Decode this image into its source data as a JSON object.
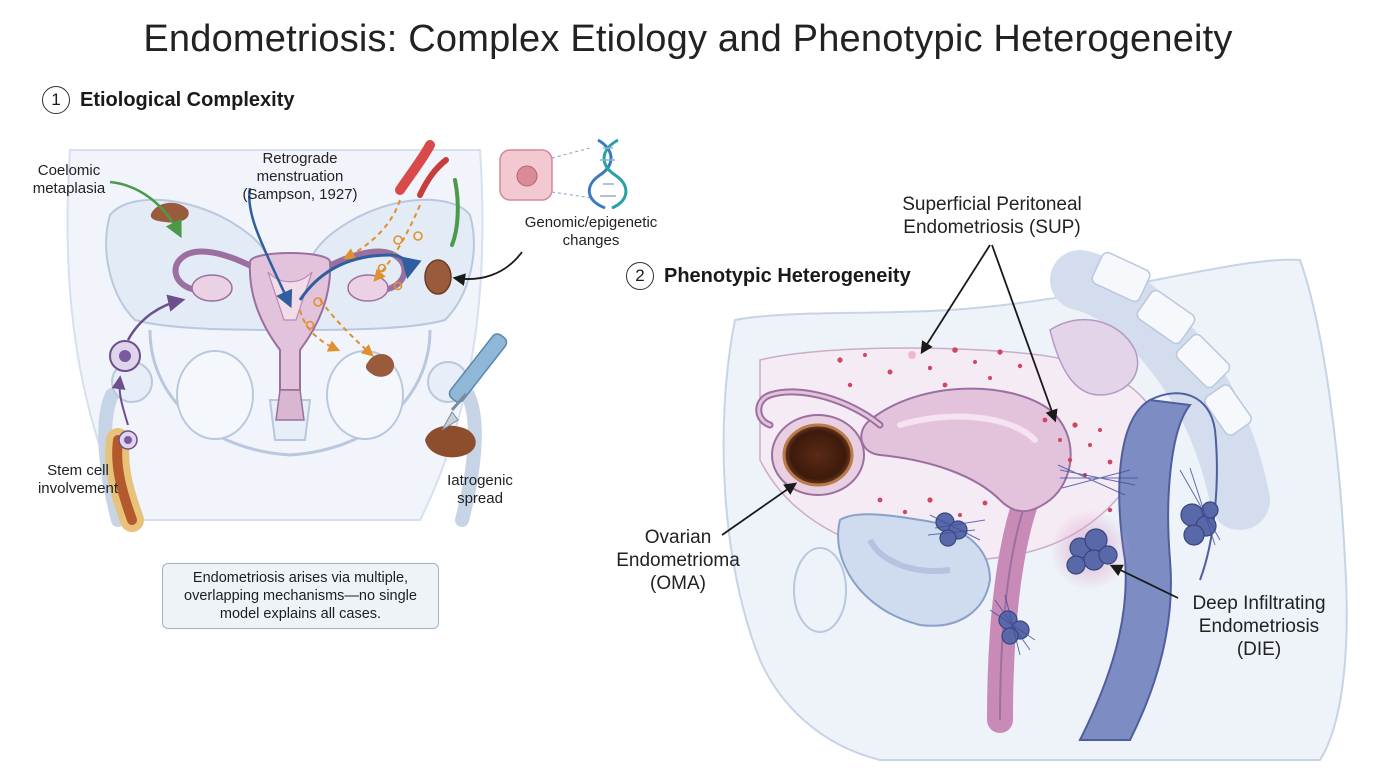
{
  "title": "Endometriosis: Complex Etiology and Phenotypic Heterogeneity",
  "sections": [
    {
      "number": "1",
      "label": "Etiological Complexity"
    },
    {
      "number": "2",
      "label": "Phenotypic Heterogeneity"
    }
  ],
  "etiology_labels": {
    "coelomic": [
      "Coelomic",
      "metaplasia"
    ],
    "retrograde": [
      "Retrograde",
      "menstruation",
      "(Sampson, 1927)"
    ],
    "genomic": [
      "Genomic/epigenetic",
      "changes"
    ],
    "stem_cell": [
      "Stem cell",
      "involvement"
    ],
    "iatrogenic": [
      "Iatrogenic",
      "spread"
    ]
  },
  "note": [
    "Endometriosis arises via multiple,",
    "overlapping mechanisms—no single",
    "model explains all cases."
  ],
  "phenotype_labels": {
    "sup": [
      "Superficial Peritoneal",
      "Endometriosis (SUP)"
    ],
    "oma": [
      "Ovarian",
      "Endometrioma",
      "(OMA)"
    ],
    "die": [
      "Deep Infiltrating",
      "Endometriosis",
      "(DIE)"
    ]
  },
  "colors": {
    "pelvis_fill": "#e6edf7",
    "pelvis_stroke": "#b9c8de",
    "uterus_fill": "#e3c3dc",
    "uterus_stroke": "#9b6fa0",
    "lesion_brown": "#9a5a3c",
    "lesion_red": "#d0455f",
    "die_nodule": "#5968a8",
    "arrow_orange": "#e0902c",
    "arrow_blue": "#2f5f9e",
    "arrow_green": "#4a9a48",
    "arrow_purple": "#6c4f8c"
  }
}
